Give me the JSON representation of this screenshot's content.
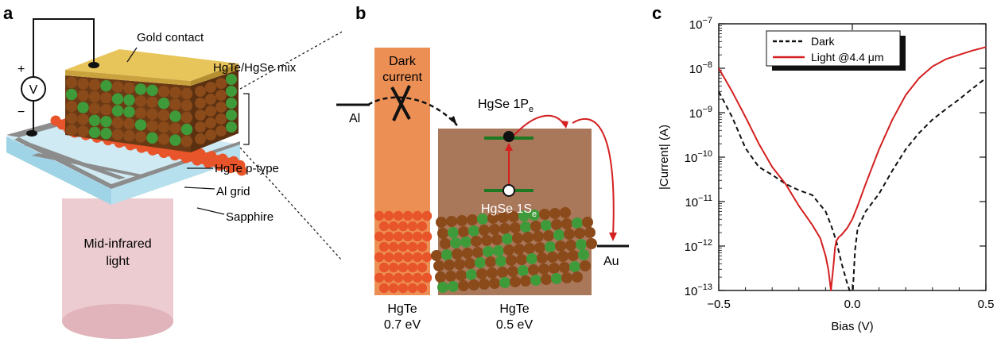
{
  "panel_a": {
    "letter": "a",
    "voltmeter": "V",
    "plus": "+",
    "minus": "−",
    "labels": {
      "gold_contact": "Gold contact",
      "mix": "HgTe/HgSe mix",
      "p_type": "HgTe p-type",
      "al_grid": "Al grid",
      "sapphire": "Sapphire",
      "light_line1": "Mid-infrared",
      "light_line2": "light"
    },
    "colors": {
      "gold": "#e8c55a",
      "hgte_ball": "#e8552a",
      "brown_ball": "#8a4a1a",
      "green_ball": "#3f9a3a",
      "light_beam": "#e9c3c8"
    }
  },
  "panel_b": {
    "letter": "b",
    "dark_current_1": "Dark",
    "dark_current_2": "current",
    "al": "Al",
    "au": "Au",
    "p_level": "HgSe 1P",
    "p_sub": "e",
    "s_level": "HgSe 1S",
    "s_sub": "e",
    "left_material": "HgTe",
    "left_gap": "0.7 eV",
    "right_material": "HgTe",
    "right_gap": "0.5 eV",
    "colors": {
      "left_box": "#ec8f55",
      "right_box": "#a9775a",
      "arrow": "#d42020",
      "level": "#1d7a22"
    }
  },
  "panel_c": {
    "letter": "c",
    "chart_data": {
      "type": "line",
      "xlabel": "Bias (V)",
      "ylabel": "|Current| (A)",
      "xlim": [
        -0.5,
        0.5
      ],
      "ylim": [
        1e-13,
        1e-07
      ],
      "yscale": "log",
      "xticks": [
        -0.5,
        0.0,
        0.5
      ],
      "xtick_labels": [
        "−0.5",
        "0.0",
        "0.5"
      ],
      "yticks": [
        1e-13,
        1e-12,
        1e-11,
        1e-10,
        1e-09,
        1e-08,
        1e-07
      ],
      "ytick_base": "10",
      "ytick_exponents": [
        "−13",
        "−12",
        "−11",
        "−10",
        "−9",
        "−8",
        "−7"
      ],
      "legend_position": "top-center",
      "series": [
        {
          "name": "Dark",
          "style": "dashed",
          "color": "#111111",
          "x": [
            -0.5,
            -0.45,
            -0.4,
            -0.35,
            -0.3,
            -0.25,
            -0.2,
            -0.15,
            -0.1,
            -0.08,
            -0.06,
            -0.04,
            -0.02,
            -0.01,
            -0.005,
            -0.002,
            0.002,
            0.01,
            0.02,
            0.05,
            0.1,
            0.15,
            0.2,
            0.25,
            0.3,
            0.35,
            0.4,
            0.45,
            0.5
          ],
          "y": [
            3e-09,
            8e-10,
            1.6e-10,
            6e-11,
            4e-11,
            2.5e-11,
            1.8e-11,
            1.4e-11,
            6e-12,
            3e-12,
            1.3e-12,
            4e-13,
            1.5e-13,
            1e-13,
            1e-13,
            1e-13,
            1e-13,
            8e-13,
            2.5e-12,
            6e-12,
            1.5e-11,
            5e-11,
            1.5e-10,
            3.5e-10,
            7e-10,
            1.2e-09,
            2e-09,
            3.5e-09,
            6e-09
          ]
        },
        {
          "name": "Light @4.4 μm",
          "style": "solid",
          "color": "#d42020",
          "x": [
            -0.5,
            -0.45,
            -0.4,
            -0.35,
            -0.3,
            -0.25,
            -0.2,
            -0.15,
            -0.12,
            -0.1,
            -0.09,
            -0.085,
            -0.08,
            -0.075,
            -0.07,
            -0.065,
            -0.06,
            -0.05,
            -0.04,
            -0.02,
            0.0,
            0.02,
            0.05,
            0.1,
            0.15,
            0.2,
            0.25,
            0.3,
            0.35,
            0.4,
            0.45,
            0.5
          ],
          "y": [
            1e-08,
            3e-09,
            8e-10,
            2e-10,
            6e-11,
            2.5e-11,
            8e-12,
            3e-12,
            1.5e-12,
            6e-13,
            3e-13,
            1.8e-13,
            1e-13,
            2e-13,
            4e-13,
            9e-13,
            1.3e-12,
            1.6e-12,
            1.8e-12,
            2.5e-12,
            4e-12,
            8e-12,
            2.5e-11,
            1.5e-10,
            7e-10,
            2.5e-09,
            6e-09,
            1.1e-08,
            1.6e-08,
            2e-08,
            2.5e-08,
            3e-08
          ]
        }
      ]
    }
  }
}
